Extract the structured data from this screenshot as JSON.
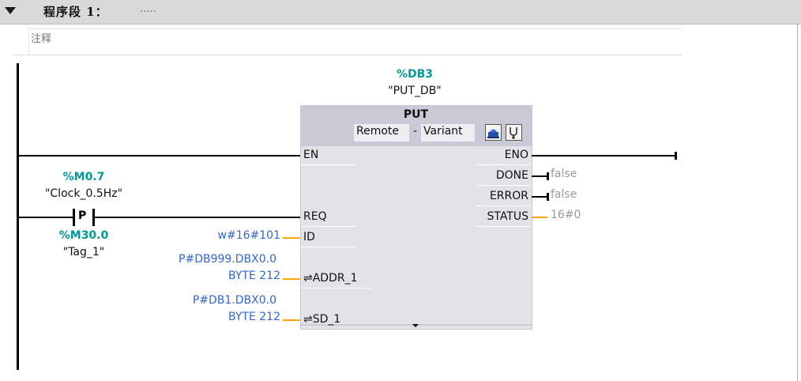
{
  "network": {
    "title": "程序段 1：",
    "dots": ".....",
    "comment": "注释"
  },
  "block": {
    "db_address": "%DB3",
    "db_name": "\"PUT_DB\"",
    "type": "PUT",
    "variant_left": "Remote",
    "variant_sep": "-",
    "variant_right": "Variant",
    "inputs": {
      "en": "EN",
      "req": "REQ",
      "id": "ID",
      "addr": "ADDR_1",
      "sd": "SD_1",
      "inout_symbol": "⇌"
    },
    "outputs": {
      "eno": "ENO",
      "done": "DONE",
      "error": "ERROR",
      "status": "STATUS"
    },
    "icons": [
      "block-config-icon",
      "diagnostics-stethoscope-icon"
    ],
    "expand_icon": "triangle-down-icon"
  },
  "contact": {
    "type": "P",
    "address": "%M0.7",
    "name": "\"Clock_0.5Hz\"",
    "edge_address": "%M30.0",
    "edge_name": "\"Tag_1\""
  },
  "params": {
    "id_value": "w#16#101",
    "addr_value_1": "P#DB999.DBX0.0",
    "addr_value_2": "BYTE 212",
    "sd_value_1": "P#DB1.DBX0.0",
    "sd_value_2": "BYTE 212",
    "done_value": "false",
    "error_value": "false",
    "status_value": "16#0"
  },
  "colors": {
    "address": "#009999",
    "parameter": "#3366cc",
    "wire_param": "#ffa500",
    "monitor": "#999999"
  }
}
